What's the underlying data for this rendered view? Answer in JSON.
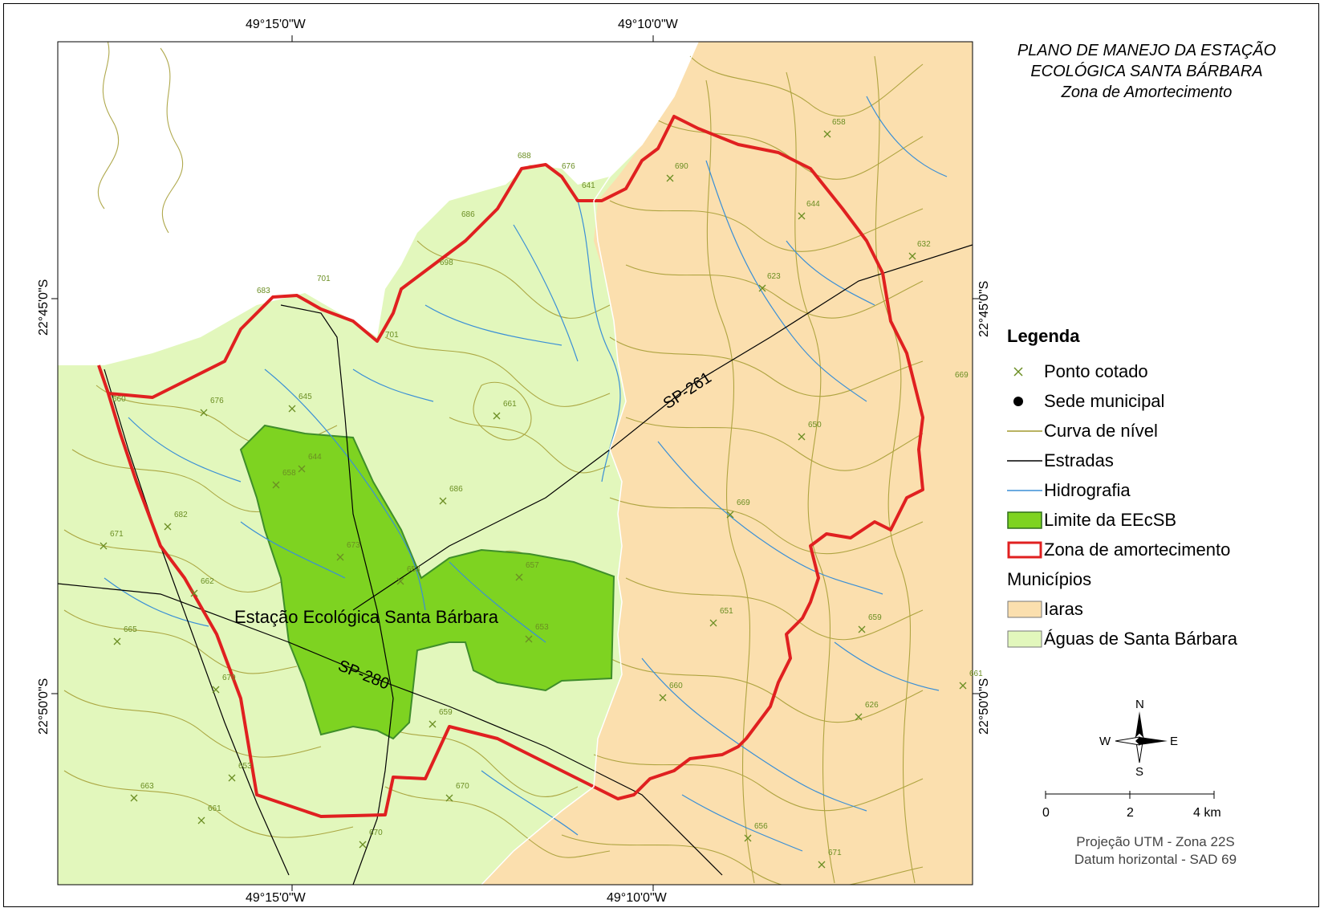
{
  "title": {
    "line1": "PLANO DE MANEJO DA ESTAÇÃO",
    "line2": "ECOLÓGICA SANTA BÁRBARA",
    "line3": "Zona de Amortecimento"
  },
  "coordinates": {
    "top_left": "49°15'0\"W",
    "top_right": "49°10'0\"W",
    "bottom_left": "49°15'0\"W",
    "bottom_right": "49°10'0\"W",
    "left_upper": "22°45'0\"S",
    "left_lower": "22°50'0\"S",
    "right_upper": "22°45'0\"S",
    "right_lower": "22°50'0\"S"
  },
  "map_labels": {
    "reserve": "Estação Ecológica Santa Bárbara",
    "road_sp261": "SP-261",
    "road_sp280": "SP-280"
  },
  "spot_heights": [
    "658",
    "690",
    "644",
    "632",
    "623",
    "645",
    "676",
    "661",
    "650",
    "644",
    "658",
    "686",
    "682",
    "669",
    "671",
    "673",
    "653",
    "657",
    "662",
    "653",
    "651",
    "665",
    "659",
    "679",
    "660",
    "661",
    "626",
    "659",
    "653",
    "663",
    "670",
    "661",
    "670",
    "656",
    "671",
    "641",
    "676",
    "688",
    "686",
    "698",
    "701",
    "701",
    "683",
    "660",
    "669"
  ],
  "legend": {
    "title": "Legenda",
    "items": [
      {
        "label": "Ponto cotado",
        "symbol": "cross-icon",
        "color": "#6b8e23"
      },
      {
        "label": "Sede municipal",
        "symbol": "dot-icon",
        "color": "#000000"
      },
      {
        "label": "Curva de nível",
        "symbol": "line",
        "color": "#a29a2e"
      },
      {
        "label": "Estradas",
        "symbol": "line",
        "color": "#000000"
      },
      {
        "label": "Hidrografia",
        "symbol": "line",
        "color": "#3a8fd6"
      },
      {
        "label": "Limite da EEcSB",
        "symbol": "fill",
        "color": "#7ed321"
      },
      {
        "label": "Zona de amortecimento",
        "symbol": "outline",
        "color": "#e02020"
      }
    ],
    "subtitle": "Municípios",
    "municipios": [
      {
        "label": "Iaras",
        "color": "#fbdfae"
      },
      {
        "label": "Águas de Santa Bárbara",
        "color": "#e2f7bc"
      }
    ]
  },
  "compass": {
    "n": "N",
    "s": "S",
    "e": "E",
    "w": "W"
  },
  "scale": {
    "labels": [
      "0",
      "2",
      "4 km"
    ]
  },
  "projection": {
    "line1": "Projeção UTM - Zona 22S",
    "line2": "Datum horizontal - SAD 69"
  },
  "colors": {
    "iaras": "#fbdfae",
    "aguas": "#e2f7bc",
    "reserve": "#7ed321",
    "buffer": "#e02020",
    "contour": "#a29a2e",
    "river": "#3a8fd6"
  }
}
